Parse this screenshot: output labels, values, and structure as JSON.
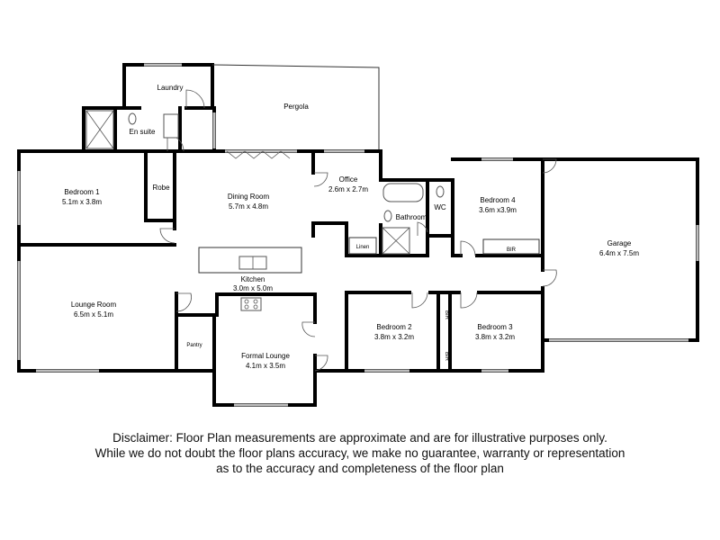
{
  "rooms": {
    "laundry": {
      "name": "Laundry"
    },
    "pergola": {
      "name": "Pergola"
    },
    "ensuite": {
      "name": "En suite"
    },
    "bedroom1": {
      "name": "Bedroom 1",
      "dims": "5.1m x 3.8m"
    },
    "robe": {
      "name": "Robe"
    },
    "dining": {
      "name": "Dining Room",
      "dims": "5.7m x 4.8m"
    },
    "office": {
      "name": "Office",
      "dims": "2.6m x 2.7m"
    },
    "bathroom": {
      "name": "Bathroom"
    },
    "wc": {
      "name": "WC"
    },
    "bedroom4": {
      "name": "Bedroom 4",
      "dims": "3.6m x3.9m"
    },
    "garage": {
      "name": "Garage",
      "dims": "6.4m x 7.5m"
    },
    "linen": {
      "name": "Linen"
    },
    "kitchen": {
      "name": "Kitchen",
      "dims": "3.0m x 5.0m"
    },
    "lounge": {
      "name": "Lounge Room",
      "dims": "6.5m x 5.1m"
    },
    "pantry": {
      "name": "Pantry"
    },
    "formal": {
      "name": "Formal Lounge",
      "dims": "4.1m x 3.5m"
    },
    "bedroom2": {
      "name": "Bedroom 2",
      "dims": "3.8m x 3.2m"
    },
    "bedroom3": {
      "name": "Bedroom 3",
      "dims": "3.8m x 3.2m"
    },
    "bir_bedroom4": {
      "name": "BIR"
    },
    "bir_bedroom2": {
      "name": "BIR"
    },
    "bir_bedroom3": {
      "name": "BIR"
    }
  },
  "disclaimer": {
    "line1": "Disclaimer: Floor Plan measurements are approximate and are for illustrative purposes only.",
    "line2": "While we do not doubt the floor plans accuracy, we make no guarantee, warranty or representation",
    "line3": "as to the accuracy and completeness of the floor plan"
  }
}
